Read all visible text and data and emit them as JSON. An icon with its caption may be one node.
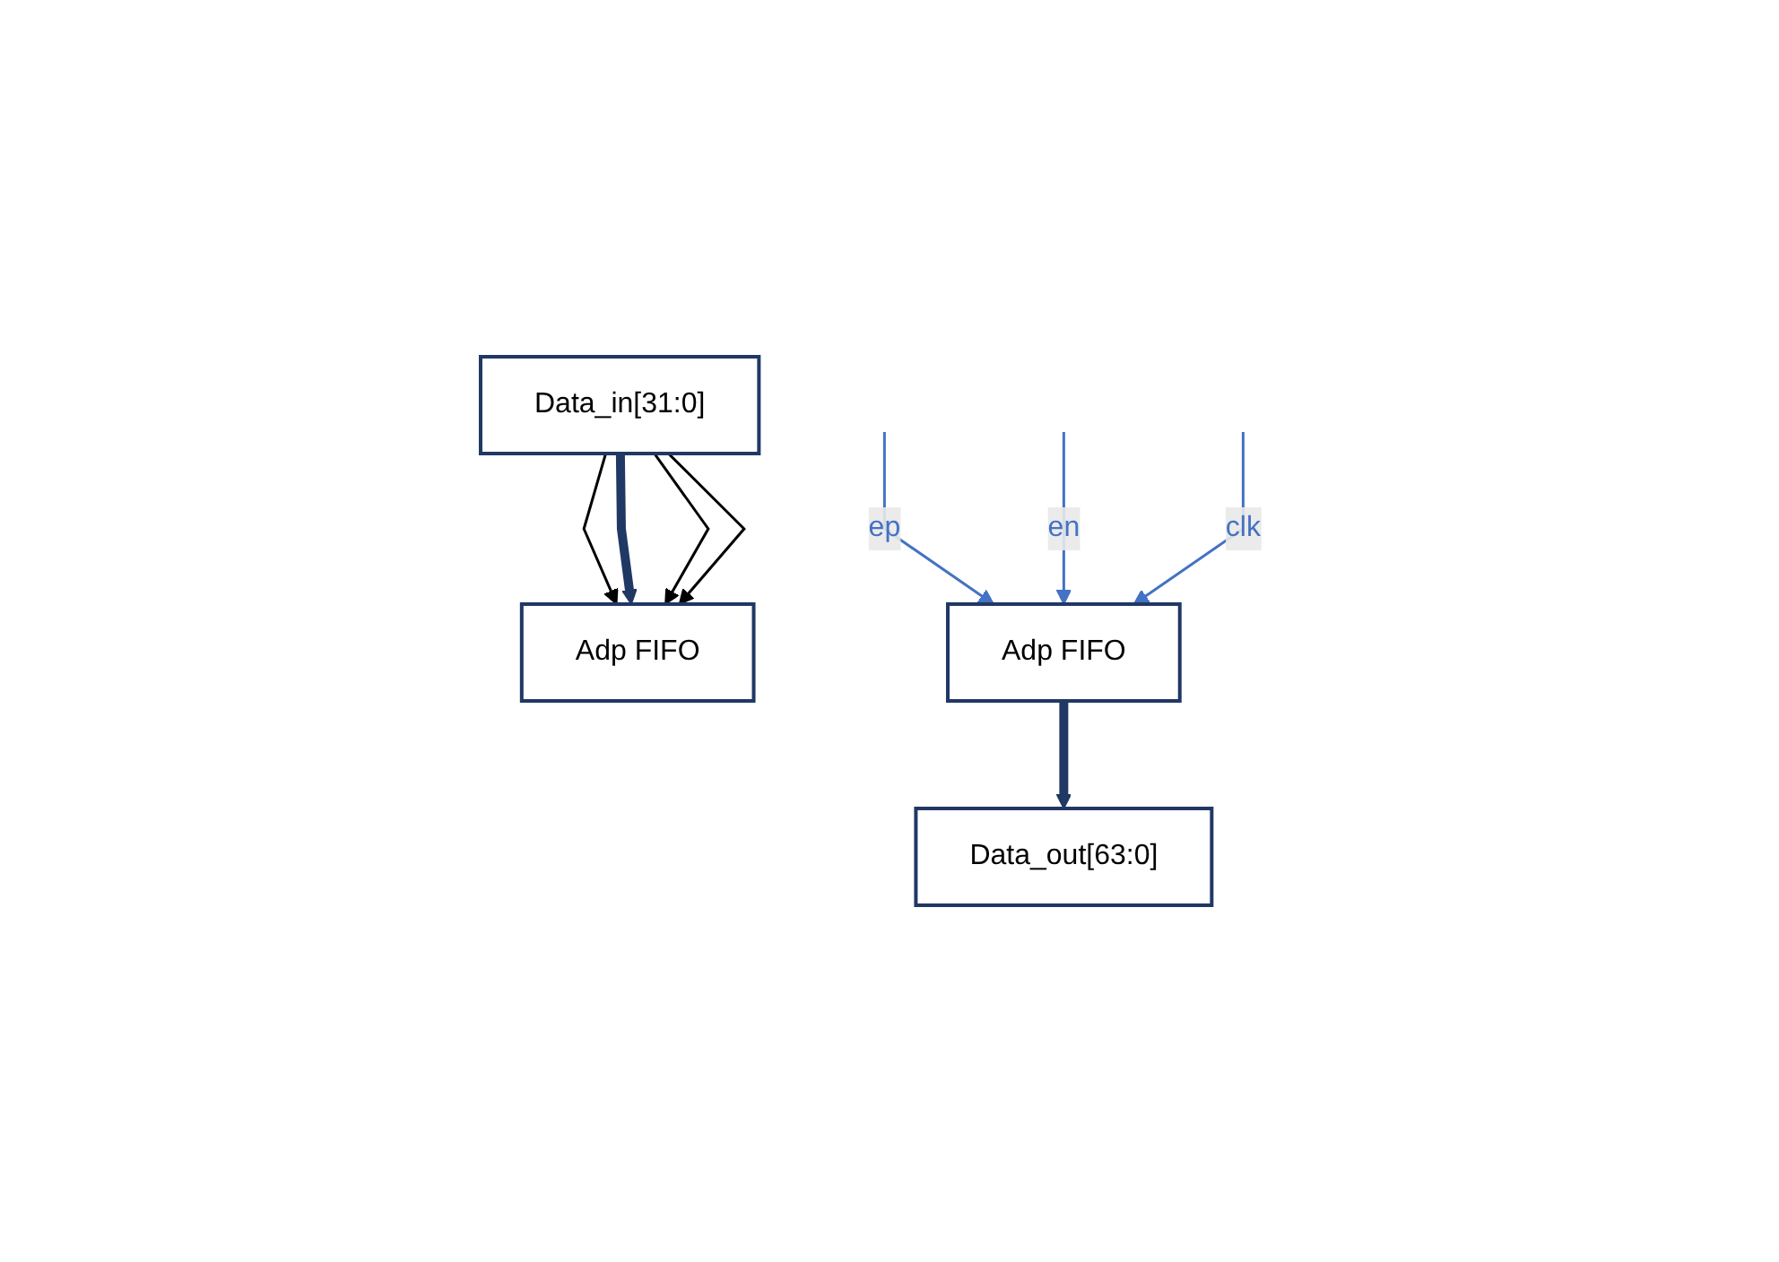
{
  "diagram": {
    "nodes": [
      {
        "text": [
          "Data_in[31:0]"
        ]
      },
      {
        "text": [
          "Adp FIFO"
        ]
      },
      {
        "text": [
          "Adp FIFO"
        ]
      },
      {
        "text": [
          "Data_out[63:0]"
        ]
      }
    ],
    "edges": [
      {
        "from": 0,
        "to": 1,
        "arrow": "to"
      },
      {
        "from": 0,
        "to": 1,
        "arrow": "to",
        "style": "thick",
        "color": "#203864"
      },
      {
        "from": 0,
        "to": 1,
        "arrow": "to"
      },
      {
        "from": 0,
        "to": 1,
        "arrow": "to"
      },
      {
        "from": 2,
        "to": 3,
        "arrow": "to",
        "style": "thick",
        "color": "#203864"
      },
      {
        "from": null,
        "to": 2,
        "arrow": "to",
        "label": "ep",
        "color": "#4472c4"
      },
      {
        "from": null,
        "to": 2,
        "arrow": "to",
        "label": "en",
        "color": "#4472c4"
      },
      {
        "from": null,
        "to": 2,
        "arrow": "to",
        "label": "clk",
        "color": "#4472c4"
      }
    ]
  }
}
